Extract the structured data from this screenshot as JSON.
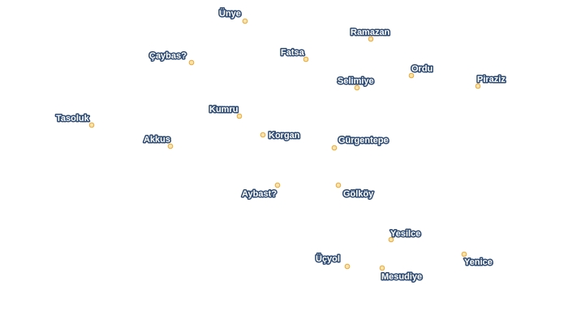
{
  "map": {
    "places": [
      {
        "id": "unye",
        "name": "Ünye"
      },
      {
        "id": "ramazan",
        "name": "Ramazan"
      },
      {
        "id": "caybasi",
        "name": "Çaybas?"
      },
      {
        "id": "fatsa",
        "name": "Fatsa"
      },
      {
        "id": "ordu",
        "name": "Ordu"
      },
      {
        "id": "selimiye",
        "name": "Selimiye"
      },
      {
        "id": "piraziz",
        "name": "Piraziz"
      },
      {
        "id": "tasoluk",
        "name": "Tasoluk"
      },
      {
        "id": "kumru",
        "name": "Kumru"
      },
      {
        "id": "korgan",
        "name": "Korgan"
      },
      {
        "id": "akkus",
        "name": "Akkus"
      },
      {
        "id": "gurgentepe",
        "name": "Gürgentepe"
      },
      {
        "id": "aybasti",
        "name": "Aybast?"
      },
      {
        "id": "golkoy",
        "name": "Gölköy"
      },
      {
        "id": "yesilce",
        "name": "Yesilce"
      },
      {
        "id": "ucyol",
        "name": "Üçyol"
      },
      {
        "id": "yenice",
        "name": "Yenice"
      },
      {
        "id": "mesudiye",
        "name": "Mesudiye"
      }
    ],
    "colors": {
      "label_fill": "#ffffff",
      "label_halo": "#2d4a73",
      "marker_fill": "#fbe3a9",
      "marker_stroke": "#e8a93a",
      "background": "#ffffff"
    }
  }
}
